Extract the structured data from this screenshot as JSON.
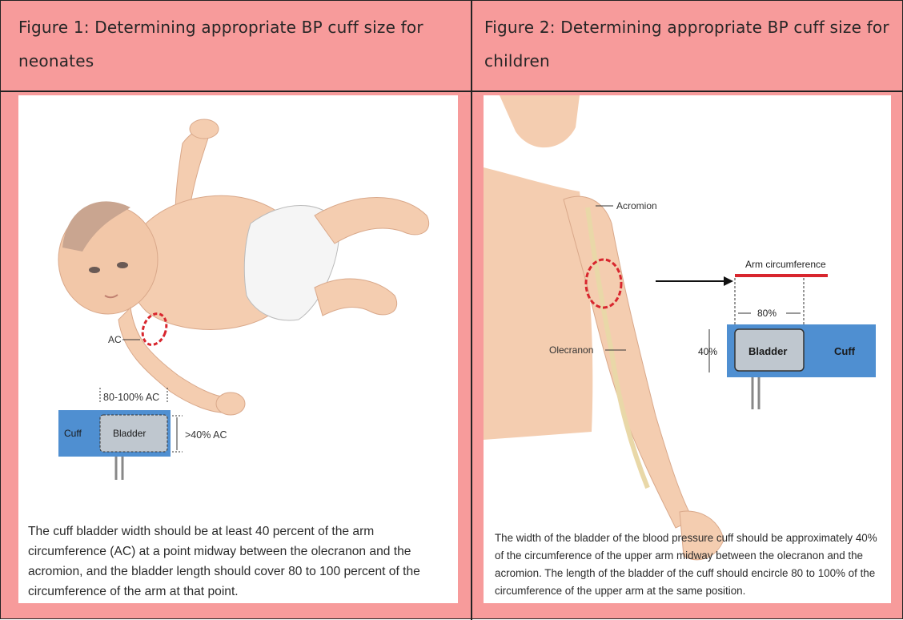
{
  "figure1": {
    "title": "Figure 1: Determining appropriate BP cuff size for neonates",
    "label_ac": "AC",
    "label_range": "80-100% AC",
    "label_cuff": "Cuff",
    "label_bladder": "Bladder",
    "label_width": ">40% AC",
    "caption": "The cuff bladder width should be at least 40 percent of the arm circumference (AC) at a point midway between the olecranon and the acromion, and the bladder length should cover 80 to 100 percent of the circumference of the arm at that point."
  },
  "figure2": {
    "title": "Figure 2: Determining appropriate BP cuff size for children",
    "label_acromion": "Acromion",
    "label_arm_circumference": "Arm circumference",
    "label_80": "80%",
    "label_40": "40%",
    "label_bladder": "Bladder",
    "label_cuff": "Cuff",
    "label_olecranon": "Olecranon",
    "caption": "The width of the bladder of the blood pressure cuff should be approximately 40% of the circumference of the upper arm midway between the olecranon and the acromion. The length of the bladder of the cuff should encircle 80 to 100% of the circumference of the upper arm at the same position."
  },
  "colors": {
    "cell_background": "#f79b9b",
    "cuff_blue": "#4f8fd1",
    "bladder_gray": "#bfc7cf",
    "circumference_red": "#d8262e",
    "skin": "#f4cdb0"
  }
}
